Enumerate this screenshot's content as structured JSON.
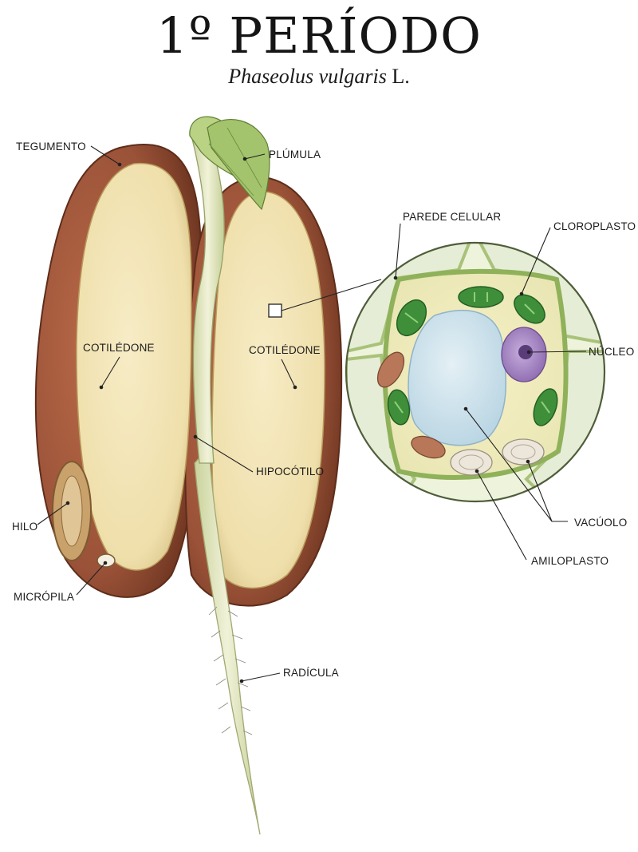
{
  "header": {
    "title": "1º PERÍODO",
    "species": "Phaseolus vulgaris",
    "authority": "L."
  },
  "labels": {
    "tegumento": "TEGUMENTO",
    "plumula": "PLÚMULA",
    "parede_celular": "PAREDE CELULAR",
    "cloroplasto": "CLOROPLASTO",
    "cotiledone_left": "COTILÉDONE",
    "cotiledone_right": "COTILÉDONE",
    "nucleo": "NÚCLEO",
    "hipocotilo": "HIPOCÓTILO",
    "hilo": "HILO",
    "vacuolo": "VACÚOLO",
    "amiloplasto": "AMILOPLASTO",
    "micropila": "MICRÓPILA",
    "radicula": "RADÍCULA"
  },
  "colors": {
    "seed_coat": "#9a5238",
    "cotyledon": "#f1e3b3",
    "stem": "#dfe6c0",
    "plumule": "#9cbf62",
    "cell_wall": "#b9cf88",
    "chloroplast": "#3f8f3a",
    "nucleus": "#a98ac4",
    "vacuole": "#cfe2ec",
    "mitochondria": "#b9775a",
    "amyloplast": "#ece6db"
  }
}
